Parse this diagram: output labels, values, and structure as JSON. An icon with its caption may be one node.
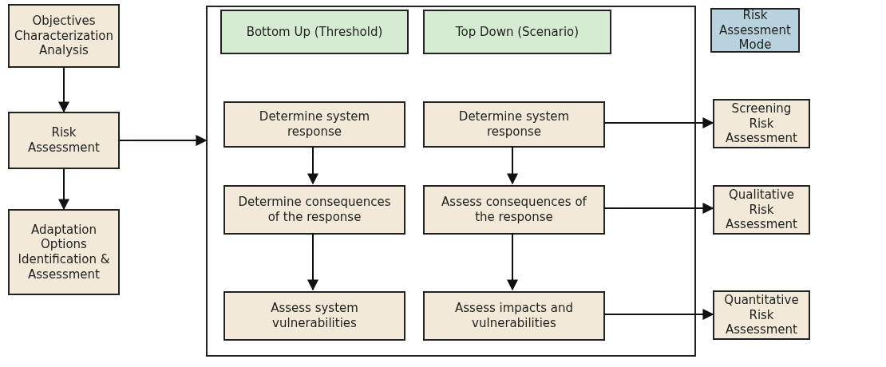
{
  "diagram": {
    "nodes": [
      {
        "text": [
          "Objectives Characterization Analysis"
        ]
      },
      {
        "text": [
          "Risk Assessment"
        ]
      },
      {
        "text": [
          "Adaptation Options Identification & Assessment"
        ]
      },
      {
        "text": [],
        "shape": "box"
      },
      {
        "text": [
          "Bottom Up (Threshold)"
        ],
        "in": 3
      },
      {
        "text": [
          "Top Down (Scenario)"
        ],
        "in": 3
      },
      {
        "text": [
          "Determine system response"
        ],
        "in": 3
      },
      {
        "text": [
          "Determine system response"
        ],
        "in": 3
      },
      {
        "text": [
          "Determine consequences of the response"
        ],
        "in": 3
      },
      {
        "text": [
          "Assess consequences of the response"
        ],
        "in": 3
      },
      {
        "text": [
          "Assess system vulnerabilities"
        ],
        "in": 3
      },
      {
        "text": [
          "Assess impacts and vulnerabilities"
        ],
        "in": 3
      },
      {
        "text": [
          "Risk Assessment Mode"
        ]
      },
      {
        "text": [
          "Screening Risk Assessment"
        ]
      },
      {
        "text": [
          "Qualitative Risk Assessment"
        ]
      },
      {
        "text": [
          "Quantitative Risk Assessment"
        ]
      }
    ],
    "edges": [
      {
        "from": 0,
        "to": 1,
        "arrow": "to"
      },
      {
        "from": 1,
        "to": 2,
        "arrow": "to"
      },
      {
        "from": 1,
        "to": 3,
        "arrow": "to"
      },
      {
        "from": 6,
        "to": 8,
        "arrow": "to"
      },
      {
        "from": 8,
        "to": 10,
        "arrow": "to"
      },
      {
        "from": 7,
        "to": 9,
        "arrow": "to"
      },
      {
        "from": 9,
        "to": 11,
        "arrow": "to"
      },
      {
        "from": 7,
        "to": 13,
        "arrow": "to"
      },
      {
        "from": 9,
        "to": 14,
        "arrow": "to"
      },
      {
        "from": 11,
        "to": 15,
        "arrow": "to"
      }
    ]
  }
}
